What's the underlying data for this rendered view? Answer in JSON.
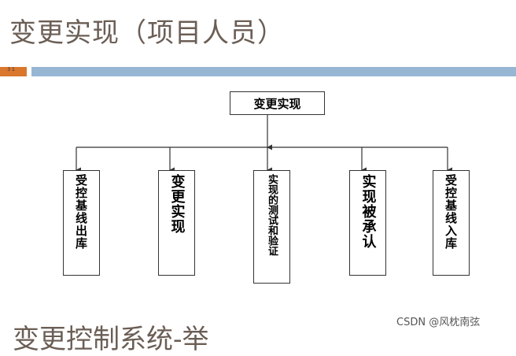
{
  "slide": {
    "title": "变更实现（项目人员）",
    "page_number": "3\n1",
    "bottom_text": "变更控制系统-举"
  },
  "diagram": {
    "root": "变更实现",
    "children": [
      {
        "label": "受控基线出库"
      },
      {
        "label": "变更实现"
      },
      {
        "label": "实现的测试和验证"
      },
      {
        "label": "实现被承认"
      },
      {
        "label": "受控基线入库"
      }
    ]
  },
  "watermark": "CSDN @风枕南弦",
  "colors": {
    "accent": "#d9772d",
    "bar": "#97b6d3",
    "title_text": "#6b5e55"
  }
}
